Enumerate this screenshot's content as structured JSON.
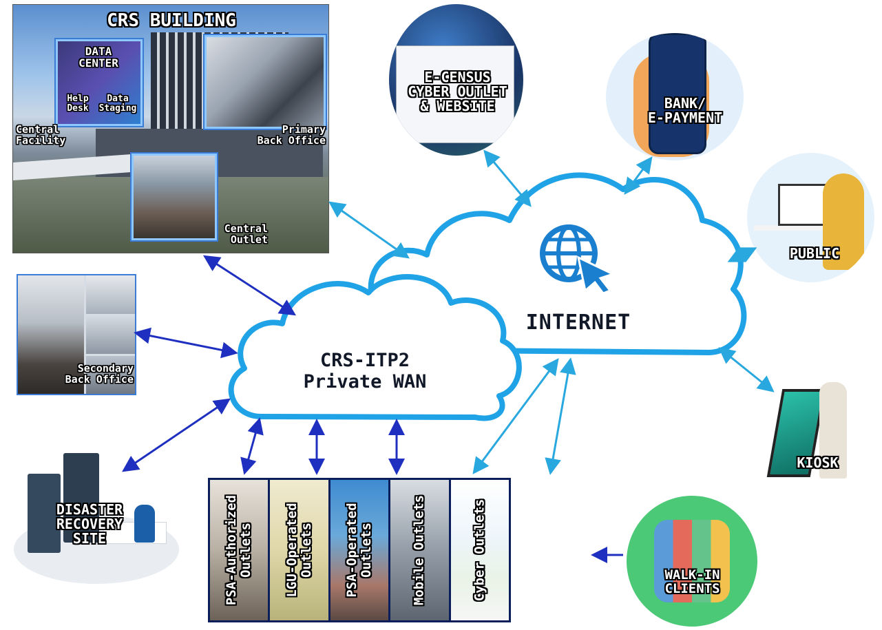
{
  "crs_building": {
    "title": "CRS BUILDING",
    "data_center": "DATA\nCENTER",
    "help_desk": "Help\nDesk",
    "data_staging": "Data\nStaging",
    "central_facility": "Central\nFacility",
    "primary_back_office": "Primary\nBack Office",
    "central_outlet": "Central\nOutlet"
  },
  "secondary_back_office": "Secondary\nBack Office",
  "disaster_recovery": "DISASTER\nRECOVERY\nSITE",
  "private_wan": "CRS-ITP2\nPrivate WAN",
  "internet": "INTERNET",
  "ecensus": "E-CENSUS\nCYBER OUTLET\n& WEBSITE",
  "bank": "BANK/\nE-PAYMENT",
  "public": "PUBLIC",
  "kiosk": "KIOSK",
  "walk_in": "WALK-IN\nCLIENTS",
  "outlets": [
    {
      "label": "PSA-Authorized\nOutlets"
    },
    {
      "label": "LGU-Operated\nOutlets"
    },
    {
      "label": "PSA-Operated\nOutlets"
    },
    {
      "label": "Mobile Outlets"
    },
    {
      "label": "Cyber Outlets"
    }
  ],
  "colors": {
    "wan_arrow": "#1f2fbf",
    "internet_arrow": "#29a8e0",
    "cloud_stroke": "#1fa3e6",
    "globe": "#1a7fcf"
  }
}
